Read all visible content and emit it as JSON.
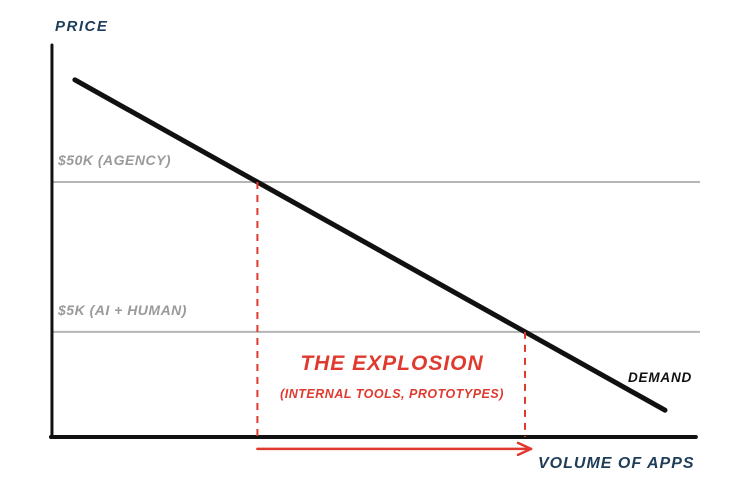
{
  "chart_data": {
    "type": "line",
    "title": "",
    "ylabel": "PRICE",
    "xlabel": "VOLUME OF APPS",
    "series": [
      {
        "name": "DEMAND",
        "color": "#111111",
        "points_norm": [
          [
            0.102,
            0.161
          ],
          [
            0.906,
            0.827
          ]
        ]
      }
    ],
    "reference_lines": [
      {
        "label": "$50K (AGENCY)",
        "value": 50000,
        "y_norm": 0.367,
        "color": "#b5b5b5"
      },
      {
        "label": "$5K (AI + HUMAN)",
        "value": 5000,
        "y_norm": 0.669,
        "color": "#b5b5b5"
      }
    ],
    "highlight": {
      "title": "THE EXPLOSION",
      "subtitle": "(INTERNAL TOOLS, PROTOTYPES)",
      "color": "#e0392e"
    },
    "axes": {
      "color": "#111111",
      "x0": 0.0708,
      "y_top": 0.0907,
      "y_bottom": 0.881,
      "x_right": 0.948,
      "ref_x_right": 0.9537
    },
    "arrow": {
      "y_norm": 0.905,
      "color": "#e0392e"
    },
    "colors": {
      "axis_label": "#1e3d59",
      "ref_label": "#9a9a9a",
      "demand_label": "#111111"
    },
    "legend_position": "none",
    "grid": false
  }
}
